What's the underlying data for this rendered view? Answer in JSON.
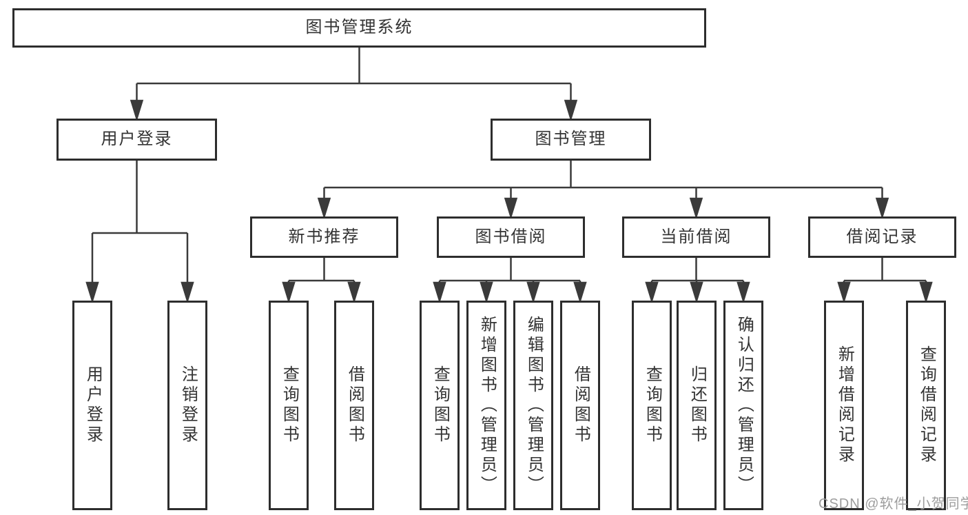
{
  "diagram": {
    "type": "tree-diagram",
    "root": {
      "label": "图书管理系统"
    },
    "branches": [
      {
        "label": "用户登录",
        "children": [
          {
            "label": "用户登录"
          },
          {
            "label": "注销登录"
          }
        ]
      },
      {
        "label": "图书管理",
        "children": [
          {
            "label": "新书推荐",
            "children": [
              {
                "label": "查询图书"
              },
              {
                "label": "借阅图书"
              }
            ]
          },
          {
            "label": "图书借阅",
            "children": [
              {
                "label": "查询图书"
              },
              {
                "label": "新增图书（管理员）"
              },
              {
                "label": "编辑图书（管理员）"
              },
              {
                "label": "借阅图书"
              }
            ]
          },
          {
            "label": "当前借阅",
            "children": [
              {
                "label": "查询图书"
              },
              {
                "label": "归还图书"
              },
              {
                "label": "确认归还（管理员）"
              }
            ]
          },
          {
            "label": "借阅记录",
            "children": [
              {
                "label": "新增借阅记录"
              },
              {
                "label": "查询借阅记录"
              }
            ]
          }
        ]
      }
    ]
  },
  "watermark": {
    "text": "CSDN @软件_小贺同学"
  },
  "colors": {
    "line": "#3a3a3a",
    "box_border": "#2d2d2d",
    "text": "#333333",
    "watermark": "#9d9d9d",
    "background": "#ffffff"
  }
}
